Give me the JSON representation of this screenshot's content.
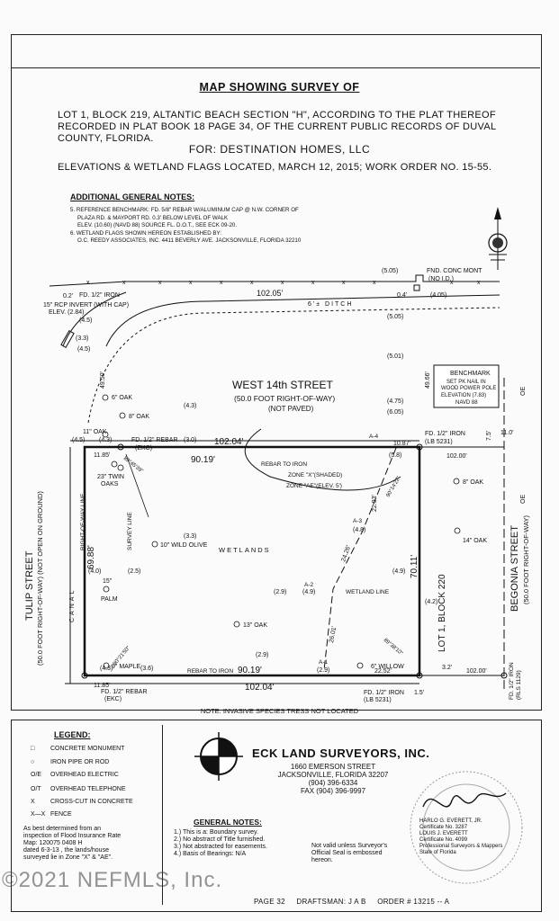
{
  "header": {
    "title": "MAP SHOWING SURVEY OF",
    "desc_lines": [
      "LOT 1, BLOCK 219, ALTANTIC BEACH SECTION \"H\", ACCORDING TO THE PLAT THEREOF",
      "RECORDED IN PLAT BOOK 18 PAGE 34, OF THE CURRENT PUBLIC RECORDS OF DUVAL",
      "COUNTY, FLORIDA."
    ],
    "for": "FOR: DESTINATION HOMES, LLC",
    "elevations": "ELEVATIONS & WETLAND FLAGS LOCATED, MARCH 12, 2015; WORK ORDER NO. 15-55."
  },
  "notes": {
    "heading": "ADDITIONAL GENERAL NOTES:",
    "items": [
      "5. REFERENCE BENCHMARK: FD. 5/8\" REBAR W/ALUMINUM CAP @ N.W. CORNER OF",
      "PLAZA RD. & MAYPORT RD. 0.3' BELOW LEVEL OF WALK",
      "ELEV. (10.60) (NAVD 88) SOURCE FL. D.O.T., SEE ECK 09-20.",
      "6. WETLAND FLAGS SHOWN HEREON ESTABLISHED BY:",
      "O.C. REEDY ASSOCIATES, INC. 4411 BEVERLY AVE. JACKSONVILLE, FLORIDA 32210"
    ]
  },
  "plan": {
    "west14": "WEST 14th STREET",
    "west14_row": "(50.0 FOOT RIGHT-OF-WAY)",
    "west14_paved": "(NOT PAVED)",
    "tulip": "TULIP STREET",
    "tulip_row": "(50.0 FOOT RIGHT-OF-WAY) (NOT OPEN ON GROUND)",
    "begonia": "BEGONIA STREET",
    "begonia_row": "(50.0 FOOT RIGHT-OF-WAY)",
    "lot_label": "LOT 1, BLOCK 220",
    "wetlands": "WETLANDS",
    "wetland_line": "WETLAND LINE",
    "ditch": "6'± DITCH",
    "canal": "CANAL",
    "row_line": "RIGHT-OF-WAY LINE",
    "survey_line": "SURVEY LINE",
    "zone_x": "ZONE \"X\"(SHADED)",
    "zone_ae": "ZONE \"AE\"(ELEV. 5')",
    "rebar_to_iron": "REBAR TO IRON",
    "dim_top": "102.04'",
    "dim_bottom": "102.04'",
    "dim_top_road": "102.05'",
    "angle_top": "90.19'",
    "angle_bottom": "90.19'",
    "dim_left": "69.88'",
    "dim_right": "70.11'",
    "dim_2228": "22.93'",
    "dim_2426": "24.26'",
    "dim_2601": "26.01'",
    "dim_2252": "22.52'",
    "dim_1087": "10.87'",
    "dim_1185a": "11.85'",
    "dim_1185b": "11.85'",
    "dim_102r": "102.00'",
    "dim_102b": "102.00'",
    "dim_4950": "49.50'",
    "dim_4966": "49.66'",
    "dim_110": "11.0'",
    "dim_75": "7.5'",
    "dim_32": "3.2'",
    "dim_15": "1.5'",
    "dim_02": "0.2'",
    "dim_04": "0.4'",
    "fd_iron_top_left": "FD. 1/2\" IRON",
    "fd_rebar_tl": "FD. 1/2\" REBAR",
    "ekc": "(EKC)",
    "fd_iron_tr": "FD. 1/2\" IRON",
    "lb5231": "(LB 5231)",
    "fd_rebar_bl": "FD. 1/2\" REBAR",
    "fd_iron_br": "FD. 1/2\" IRON",
    "fd_iron_br2": "FD. 1/2\" IRON",
    "rls": "(RLS 1129)",
    "fnd_mont": "FND. CONC MONT",
    "no_id": "(NO I.D.)",
    "rcp": "15\" RCP INVERT (WITH CAP)",
    "rcp_elev": "ELEV. (2.84)",
    "benchmark_title": "BENCHMARK",
    "benchmark_lines": [
      "SET PK NAIL IN",
      "WOOD POWER POLE",
      "ELEVATION (7.83)",
      "NAVD 88"
    ],
    "trees": {
      "oak6": "6\" OAK",
      "oak8": "8\" OAK",
      "oak11": "11\" OAK",
      "twin": "23\" TWIN",
      "oaks": "OAKS",
      "olive": "10\" WILD OLIVE",
      "palm": "15\"",
      "palm2": "PALM",
      "oak13": "13\" OAK",
      "maple": "9\" MAPLE",
      "willow": "6\" WILLOW",
      "oak8r": "8\" OAK",
      "oak14": "14\" OAK"
    },
    "elevs": {
      "e505a": "(5.05)",
      "e405": "(4.05)",
      "e505b": "(5.05)",
      "e501": "(5.01)",
      "e475": "(4.75)",
      "e605": "(6.05)",
      "e43": "(4.3)",
      "e45a": "(4.5)",
      "e33a": "(3.3)",
      "e45b": "(4.5)",
      "e45c": "(4.5)",
      "e43b": "(4.3)",
      "e30": "(3.0)",
      "e58": "(5.8)",
      "e33b": "(3.3)",
      "e25": "(2.5)",
      "e40": "(4.0)",
      "e48": "(4.8)",
      "e49a": "(4.9)",
      "e49b": "(4.9)",
      "e29a": "(2.9)",
      "e29b": "(2.9)",
      "e29c": "(2.9)",
      "e42": "(4.2)",
      "e43c": "(4.3)",
      "e36": "(3.6)"
    },
    "flags": {
      "a1": "A-1",
      "a2": "A-2",
      "a3": "A-3",
      "a4": "A-4"
    },
    "angles": {
      "tl": "89°45'39\"",
      "bl": "90°21'50\"",
      "tr": "90°14'22\"",
      "br": "89°38'10\""
    },
    "oe": "OE"
  },
  "invasive": "NOTE: INVASIVE SPECIES TRESS NOT LOCATED",
  "legend": {
    "heading": "LEGEND:",
    "rows": [
      {
        "sym": "□",
        "label": "CONCRETE MONUMENT"
      },
      {
        "sym": "○",
        "label": "IRON PIPE OR ROD"
      },
      {
        "sym": "O/E",
        "label": "OVERHEAD ELECTRIC"
      },
      {
        "sym": "O/T",
        "label": "OVERHEAD TELEPHONE"
      },
      {
        "sym": "X",
        "label": "CROSS-CUT IN CONCRETE"
      },
      {
        "sym": "X—X",
        "label": "FENCE"
      }
    ]
  },
  "company": {
    "name": "ECK LAND SURVEYORS, INC.",
    "street": "1660 EMERSON STREET",
    "city": "JACKSONVILLE, FLORIDA 32207",
    "phone": "(904) 396-6334",
    "fax": "FAX (904) 396-9997"
  },
  "flood": [
    "As best determined from an",
    "inspection of Flood Insurance Rate",
    "Map: 120075  0408  H",
    "dated  6-3-13 , the lands/house",
    "surveyed lie in Zone \"X\" & \"AE\"."
  ],
  "general": {
    "heading": "GENERAL NOTES:",
    "items": [
      "1.) This is a: Boundary survey.",
      "2.) No abstract of Title furnished.",
      "3.) Not abstracted for easements.",
      "4.) Basis of Bearings: N/A"
    ]
  },
  "seal_note": [
    "Not valid unless Surveyor's",
    "Official Seal is embossed",
    "hereon."
  ],
  "signers": [
    "HARLO G. EVERETT, JR.",
    "Certificate No. 3287",
    "LOUIS J. EVERETT",
    "Certificate No. 4099",
    "Professional Surveyors & Mappers",
    "State of Florida"
  ],
  "bottom": {
    "page": "PAGE 32",
    "draftsman": "DRAFTSMAN:  J A B",
    "order": "ORDER #  13215 -- A"
  },
  "watermark": "©2021 NEFMLS, Inc."
}
